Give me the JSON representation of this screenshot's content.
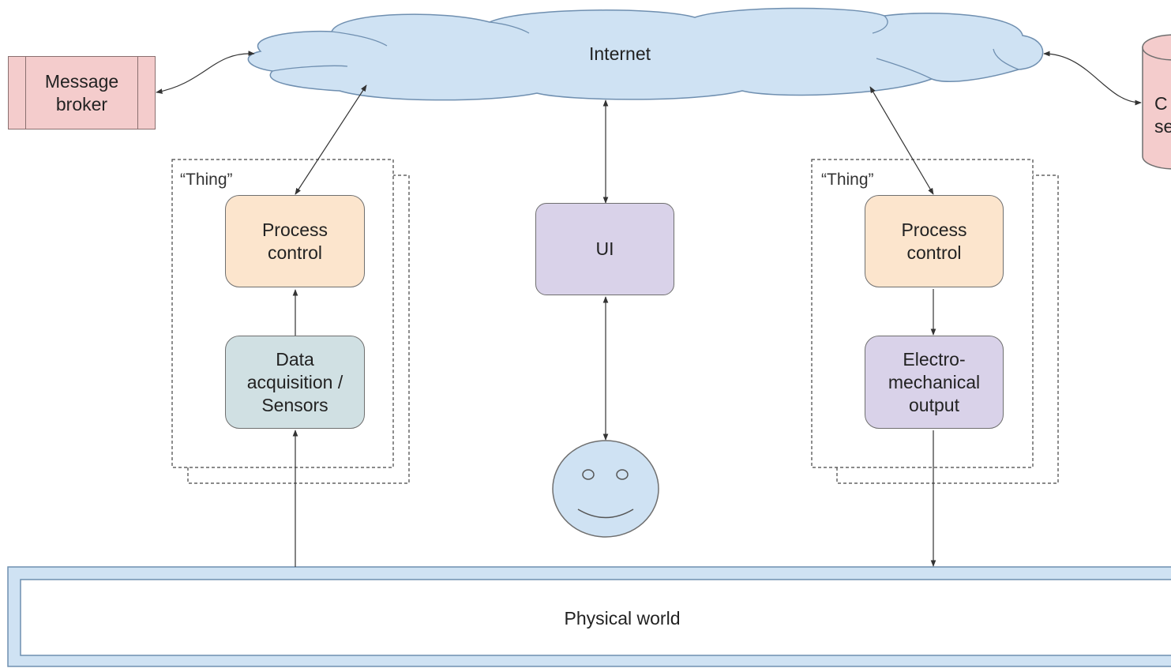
{
  "colors": {
    "cloud_fill": "#cfe2f3",
    "broker_fill": "#f4cccc",
    "process_fill": "#fce5cd",
    "sensor_fill": "#d0e0e3",
    "purple_fill": "#d9d2e9",
    "face_fill": "#cfe2f3",
    "world_fill": "#cfe2f3"
  },
  "nodes": {
    "internet": "Internet",
    "message_broker": "Message\nbroker",
    "cloud_service": "C\nse",
    "thing_left": "“Thing”",
    "thing_right": "“Thing”",
    "process_control_left": "Process\ncontrol",
    "data_acquisition": "Data\nacquisition /\nSensors",
    "ui": "UI",
    "process_control_right": "Process\ncontrol",
    "electro_mechanical": "Electro-\nmechanical\noutput",
    "physical_world": "Physical world"
  }
}
